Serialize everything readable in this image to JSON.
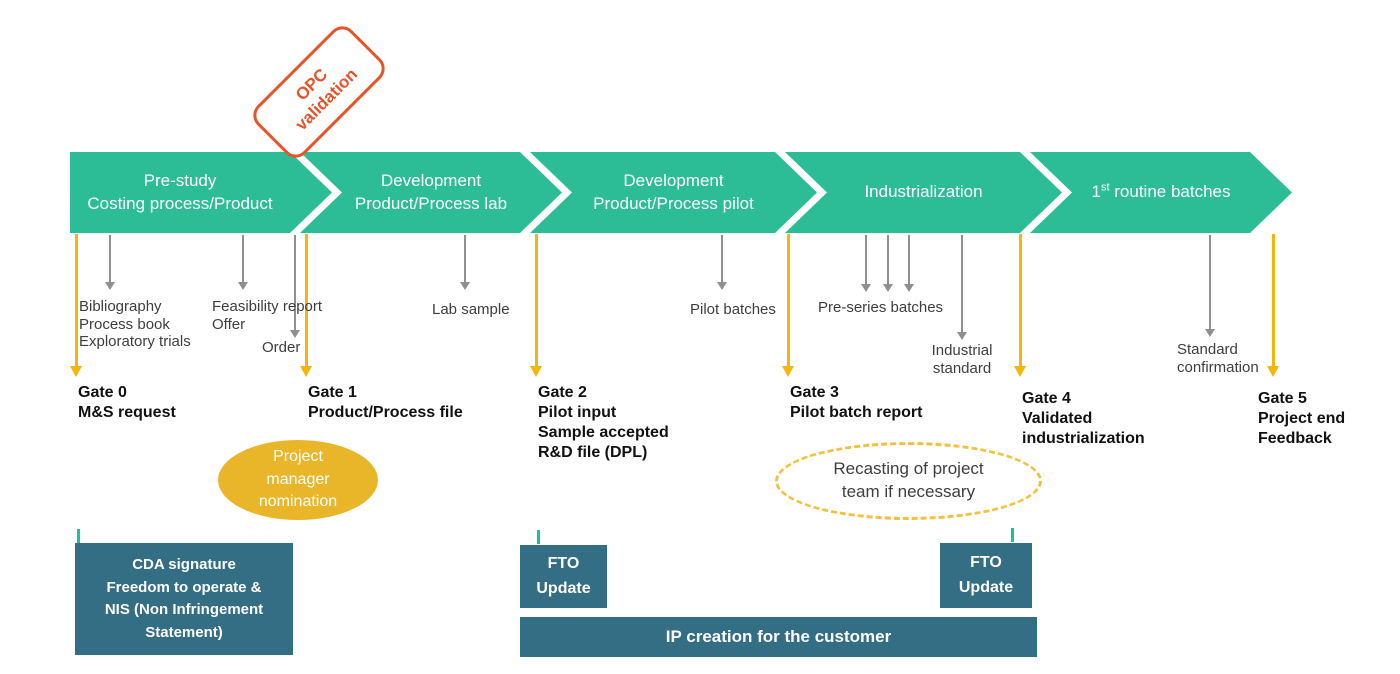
{
  "colors": {
    "phase_green": "#2cbd97",
    "gate_yellow": "#f2b60d",
    "ellipse_yellow": "#eab629",
    "dashed_yellow": "#f2c23e",
    "box_teal": "#336e84",
    "tick_green": "#18c39c",
    "stamp_orange": "#e8532a",
    "arrow_gray": "#8f8f8f"
  },
  "stamp": {
    "line1": "OPC",
    "line2": "validation"
  },
  "phases": [
    {
      "line1": "Pre-study",
      "line2": "Costing process/Product"
    },
    {
      "line1": "Development",
      "line2": "Product/Process lab"
    },
    {
      "line1": "Development",
      "line2": "Product/Process pilot"
    },
    {
      "line1": "Industrialization"
    },
    {
      "num": "1",
      "sup": "st",
      "rest": " routine batches"
    }
  ],
  "deliverables": {
    "prestudy": {
      "l1": "Bibliography",
      "l2": "Process book",
      "l3": "Exploratory trials"
    },
    "feasibility": {
      "l1": "Feasibility report",
      "l2": "Offer"
    },
    "order": "Order",
    "lab_sample": "Lab sample",
    "pilot_batches": "Pilot batches",
    "preseries": "Pre-series batches",
    "industrial_standard": {
      "l1": "Industrial",
      "l2": "standard"
    },
    "standard_confirmation": {
      "l1": "Standard",
      "l2": "confirmation"
    }
  },
  "gates": [
    {
      "title": "Gate 0",
      "l1": "M&S request"
    },
    {
      "title": "Gate 1",
      "l1": "Product/Process file"
    },
    {
      "title": "Gate 2",
      "l1": "Pilot input",
      "l2": "Sample accepted",
      "l3": "R&D file (DPL)"
    },
    {
      "title": "Gate 3",
      "l1": "Pilot batch report"
    },
    {
      "title": "Gate 4",
      "l1": "Validated",
      "l2": "industrialization"
    },
    {
      "title": "Gate 5",
      "l1": "Project end",
      "l2": "Feedback"
    }
  ],
  "ellipses": {
    "pm": {
      "l1": "Project",
      "l2": "manager",
      "l3": "nomination"
    },
    "recast": {
      "l1": "Recasting of project",
      "l2": "team if necessary"
    }
  },
  "ip_boxes": {
    "cda": {
      "l1": "CDA signature",
      "l2": "Freedom to operate &",
      "l3": "NIS (Non Infringement",
      "l4": "Statement)"
    },
    "fto1": {
      "l1": "FTO",
      "l2": "Update"
    },
    "fto2": {
      "l1": "FTO",
      "l2": "Update"
    },
    "bar": "IP creation for the customer"
  }
}
